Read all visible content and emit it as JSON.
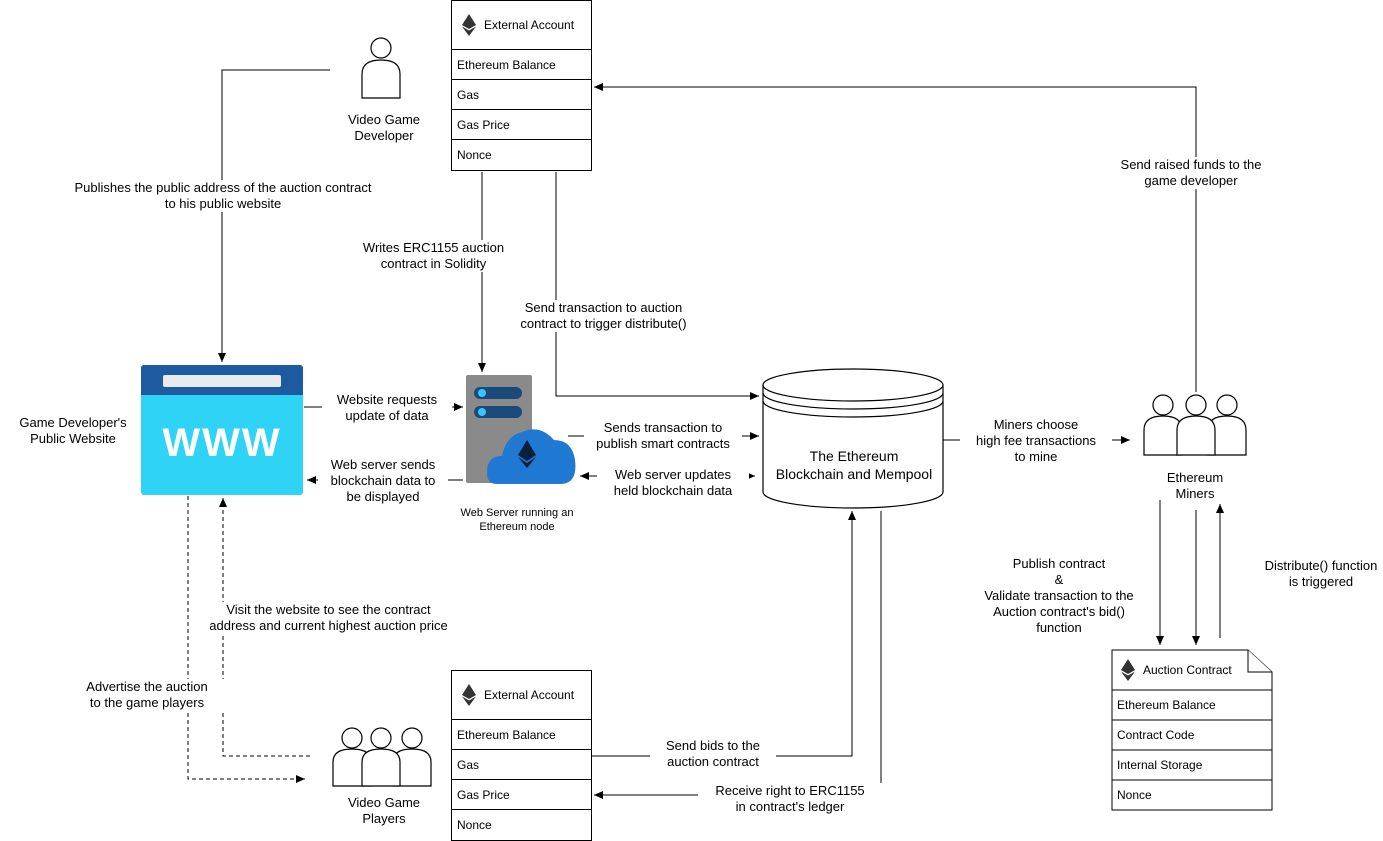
{
  "nodes": {
    "developer": "Video Game\nDeveloper",
    "website": "Game Developer's\nPublic Website",
    "www_text": "WWW",
    "web_server": "Web Server running an\nEthereum node",
    "blockchain": "The Ethereum\nBlockchain and Mempool",
    "miners": "Ethereum\nMiners",
    "players": "Video Game\nPlayers"
  },
  "external_account_top": {
    "title": "External Account",
    "fields": [
      "Ethereum Balance",
      "Gas",
      "Gas Price",
      "Nonce"
    ]
  },
  "external_account_bottom": {
    "title": "External Account",
    "fields": [
      "Ethereum Balance",
      "Gas",
      "Gas Price",
      "Nonce"
    ]
  },
  "auction_contract": {
    "title": "Auction Contract",
    "fields": [
      "Ethereum Balance",
      "Contract Code",
      "Internal Storage",
      "Nonce"
    ]
  },
  "edges": {
    "publish_address": "Publishes the public address of the auction contract\nto his public website",
    "writes_contract": "Writes ERC1155 auction\ncontract in Solidity",
    "send_distribute": "Send transaction to auction\ncontract to trigger distribute()",
    "send_raised_funds": "Send raised funds to the\ngame developer",
    "website_requests": "Website requests\nupdate of data",
    "server_sends": "Web server sends\nblockchain data to\nbe displayed",
    "sends_transaction": "Sends transaction to\npublish smart contracts",
    "server_updates": "Web server updates\nheld blockchain data",
    "miners_choose": "Miners choose\nhigh fee transactions\nto mine",
    "publish_validate": "Publish contract\n&\nValidate transaction to the\nAuction contract's bid()\nfunction",
    "distribute_triggered": "Distribute() function\nis triggered",
    "visit_website": "Visit the website to see the contract\naddress and current highest auction price",
    "advertise": "Advertise the auction\nto the game players",
    "send_bids": "Send bids to the\nauction contract",
    "receive_right": "Receive right to ERC1155\nin contract's ledger"
  },
  "colors": {
    "www_header": "#1e5aa0",
    "www_body": "#2fd3f5",
    "server_body": "#8a8a8a",
    "server_slot": "#1a4a7a",
    "cloud": "#1f78d1"
  }
}
